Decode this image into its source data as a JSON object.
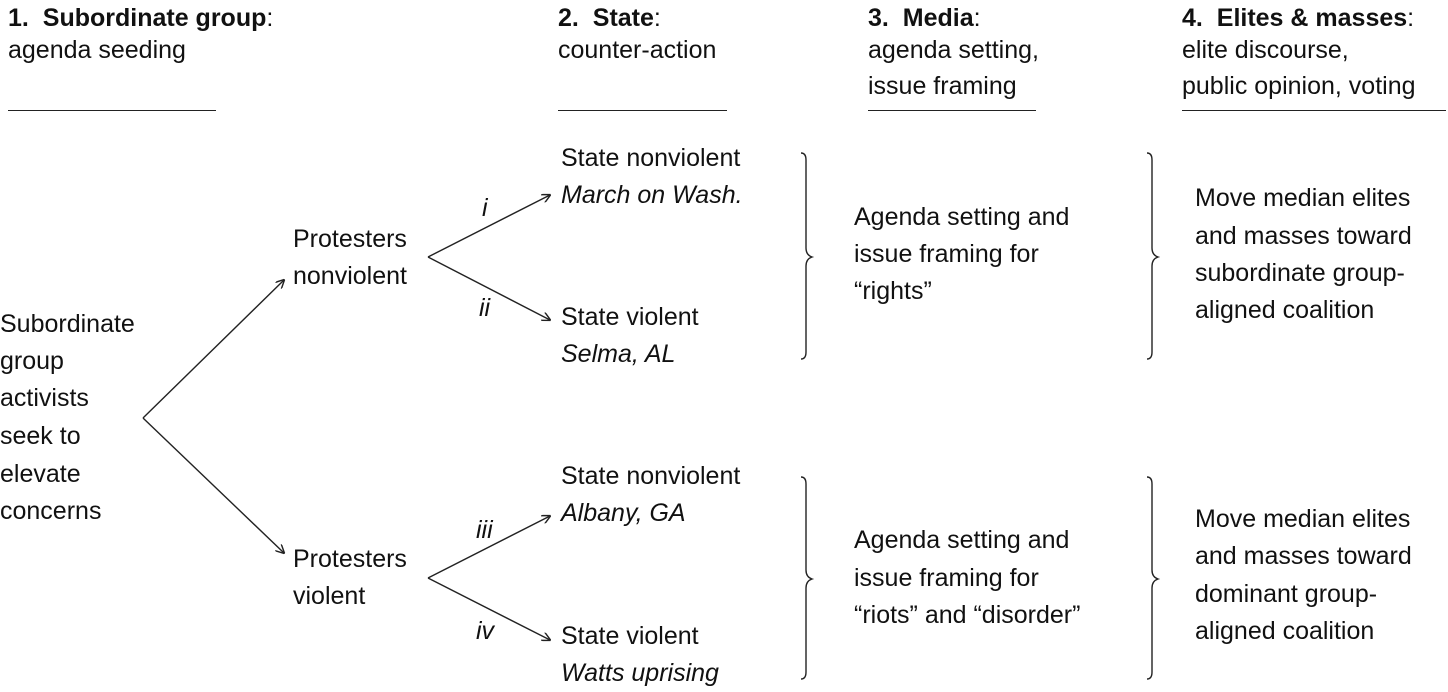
{
  "columns": [
    {
      "num": "1.",
      "title": "Subordinate group",
      "colon": ":",
      "sub1": "agenda seeding",
      "sub2": ""
    },
    {
      "num": "2.",
      "title": "State",
      "colon": ":",
      "sub1": "counter-action",
      "sub2": ""
    },
    {
      "num": "3.",
      "title": "Media",
      "colon": ":",
      "sub1": "agenda setting,",
      "sub2": "issue framing"
    },
    {
      "num": "4.",
      "title": "Elites & masses",
      "colon": ":",
      "sub1": "elite discourse,",
      "sub2": "public opinion, voting"
    }
  ],
  "origin": [
    "Subordinate",
    "group",
    "activists",
    "seek to",
    "elevate",
    "concerns"
  ],
  "protesters": [
    {
      "line1": "Protesters",
      "line2": "nonviolent"
    },
    {
      "line1": "Protesters",
      "line2": "violent"
    }
  ],
  "paths": [
    "i",
    "ii",
    "iii",
    "iv"
  ],
  "states": [
    {
      "label": "State nonviolent",
      "example": "March on Wash."
    },
    {
      "label": "State violent",
      "example": "Selma, AL"
    },
    {
      "label": "State nonviolent",
      "example": "Albany, GA"
    },
    {
      "label": "State violent",
      "example": "Watts uprising"
    }
  ],
  "media": [
    [
      "Agenda setting and",
      "issue framing for",
      "“rights”"
    ],
    [
      "Agenda setting and",
      "issue framing for",
      "“riots” and “disorder”"
    ]
  ],
  "outcomes": [
    [
      "Move median elites",
      "and masses toward",
      "subordinate group-",
      "aligned coalition"
    ],
    [
      "Move median elites",
      "and masses toward",
      "dominant group-",
      "aligned coalition"
    ]
  ]
}
